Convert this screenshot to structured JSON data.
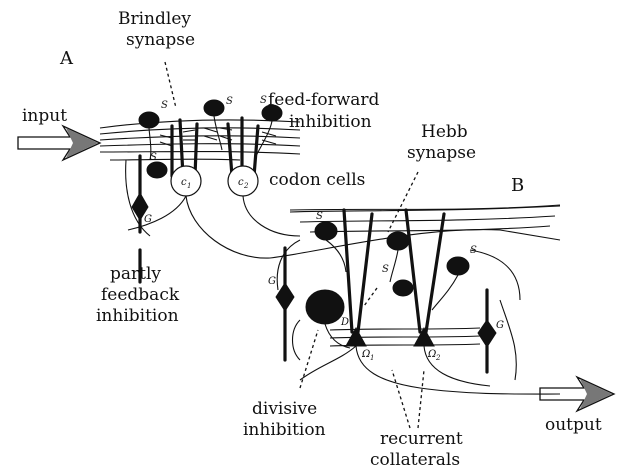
{
  "labels": {
    "panel_a": "A",
    "panel_b": "B",
    "input": "input",
    "output": "output",
    "brindley_1": "Brindley",
    "brindley_2": "synapse",
    "ff_1": "feed-forward",
    "ff_2": "inhibition",
    "hebb_1": "Hebb",
    "hebb_2": "synapse",
    "codon": "codon cells",
    "partly_1": "partly",
    "partly_2": "feedback",
    "partly_3": "inhibition",
    "divisive_1": "divisive",
    "divisive_2": "inhibition",
    "recurrent_1": "recurrent",
    "recurrent_2": "collaterals"
  },
  "cell_marks": {
    "s": "S",
    "g": "G",
    "d": "D",
    "c1": "c",
    "c1_sub": "1",
    "c2": "c",
    "c2_sub": "2",
    "omega1": "Ω",
    "omega1_sub": "1",
    "omega2": "Ω",
    "omega2_sub": "2"
  }
}
